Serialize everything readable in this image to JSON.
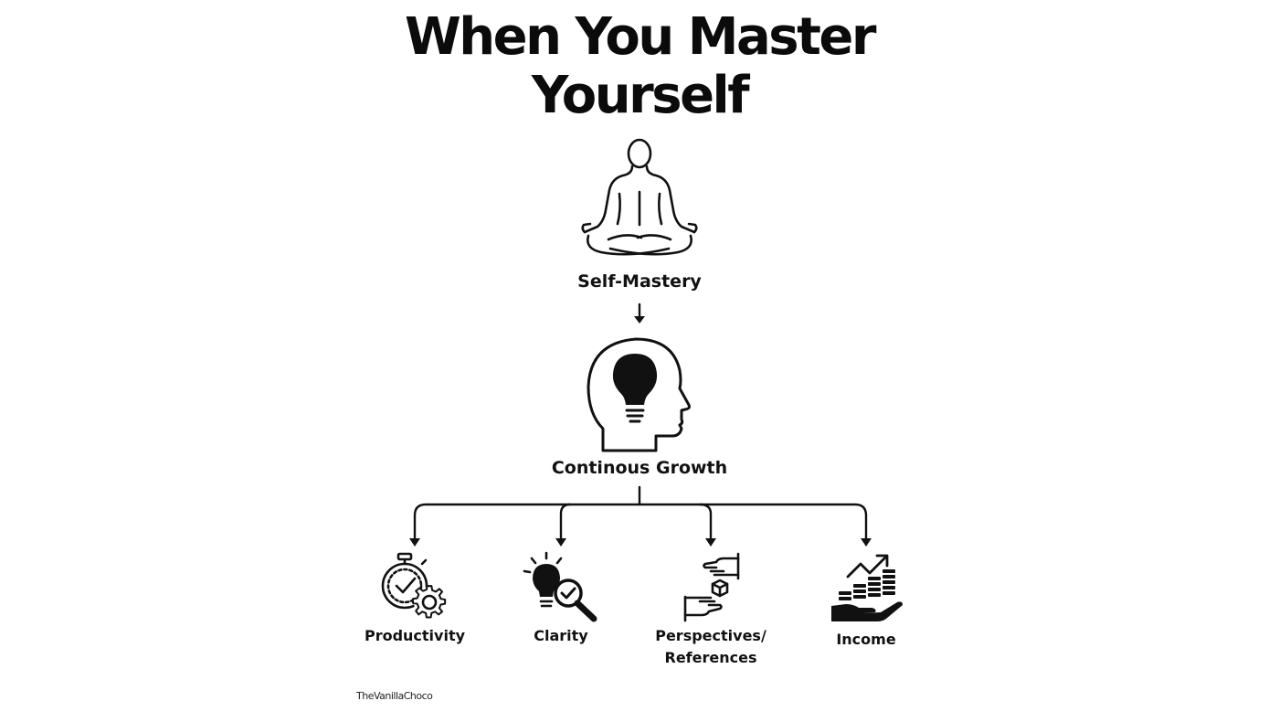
{
  "title": {
    "line1": "When You Master",
    "line2": "Yourself"
  },
  "nodes": {
    "root": {
      "label": "Self-Mastery",
      "icon": "meditation-icon"
    },
    "middle": {
      "label": "Continous Growth",
      "icon": "head-lightbulb-icon"
    }
  },
  "outcomes": [
    {
      "label": "Productivity",
      "icon": "stopwatch-gear-icon"
    },
    {
      "label": "Clarity",
      "icon": "lightbulb-magnifier-icon"
    },
    {
      "label_line1": "Perspectives/",
      "label_line2": "References",
      "icon": "hands-exchange-icon"
    },
    {
      "label": "Income",
      "icon": "hand-coins-growth-icon"
    }
  ],
  "credit": "TheVanillaChoco",
  "colors": {
    "ink": "#0b0b0b",
    "background": "#ffffff"
  }
}
